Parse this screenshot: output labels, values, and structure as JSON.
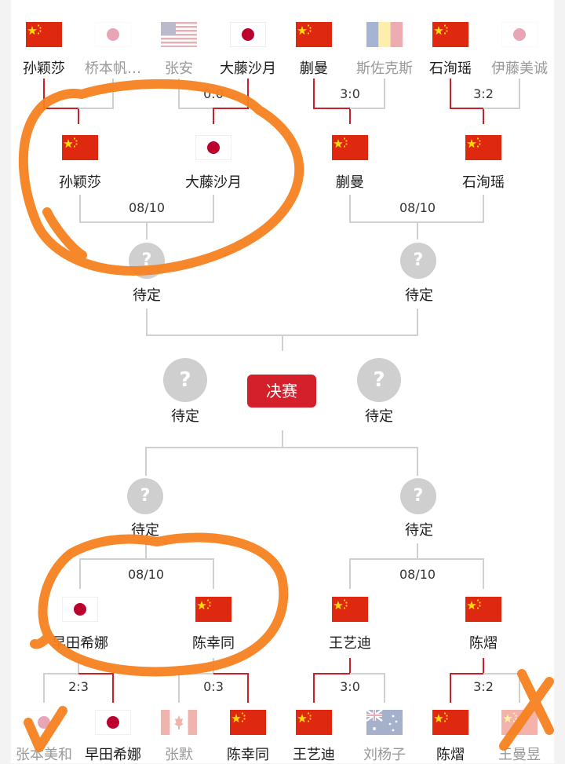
{
  "colors": {
    "winner_line": "#c9202a",
    "line": "#d0d0d0",
    "accent": "#d4202a",
    "annotation": "#f58220"
  },
  "top_players": [
    {
      "name": "孙颖莎",
      "flag": "flag-cn-icon",
      "won": true
    },
    {
      "name": "桥本帆…",
      "flag": "flag-jp-icon",
      "won": false
    },
    {
      "name": "张安",
      "flag": "flag-us-icon",
      "won": false
    },
    {
      "name": "大藤沙月",
      "flag": "flag-jp-icon",
      "won": true
    },
    {
      "name": "蒯曼",
      "flag": "flag-cn-icon",
      "won": true
    },
    {
      "name": "斯佐克斯",
      "flag": "flag-ro-icon",
      "won": false
    },
    {
      "name": "石洵瑶",
      "flag": "flag-cn-icon",
      "won": true
    },
    {
      "name": "伊藤美诚",
      "flag": "flag-jp-icon",
      "won": false
    }
  ],
  "top_scores": [
    "0:0",
    "3:0",
    "3:2"
  ],
  "top_qf": [
    {
      "name": "孙颖莎",
      "flag": "flag-cn-icon"
    },
    {
      "name": "大藤沙月",
      "flag": "flag-jp-icon"
    },
    {
      "name": "蒯曼",
      "flag": "flag-cn-icon"
    },
    {
      "name": "石洵瑶",
      "flag": "flag-cn-icon"
    }
  ],
  "top_dates": [
    "08/10",
    "08/10"
  ],
  "pending_label": "待定",
  "pending_symbol": "?",
  "final_label": "决赛",
  "bottom_dates": [
    "08/10",
    "08/10"
  ],
  "bottom_qf": [
    {
      "name": "早田希娜",
      "flag": "flag-jp-icon"
    },
    {
      "name": "陈幸同",
      "flag": "flag-cn-icon"
    },
    {
      "name": "王艺迪",
      "flag": "flag-cn-icon"
    },
    {
      "name": "陈熠",
      "flag": "flag-cn-icon"
    }
  ],
  "bottom_scores": [
    "2:3",
    "0:3",
    "3:0",
    "3:2"
  ],
  "bottom_players": [
    {
      "name": "张本美和",
      "flag": "flag-jp-icon",
      "won": false
    },
    {
      "name": "早田希娜",
      "flag": "flag-jp-icon",
      "won": true
    },
    {
      "name": "张默",
      "flag": "flag-ca-icon",
      "won": false
    },
    {
      "name": "陈幸同",
      "flag": "flag-cn-icon",
      "won": true
    },
    {
      "name": "王艺迪",
      "flag": "flag-cn-icon",
      "won": true
    },
    {
      "name": "刘杨子",
      "flag": "flag-au-icon",
      "won": false
    },
    {
      "name": "陈熠",
      "flag": "flag-cn-icon",
      "won": true
    },
    {
      "name": "王曼昱",
      "flag": "flag-cn-icon",
      "won": false
    }
  ]
}
